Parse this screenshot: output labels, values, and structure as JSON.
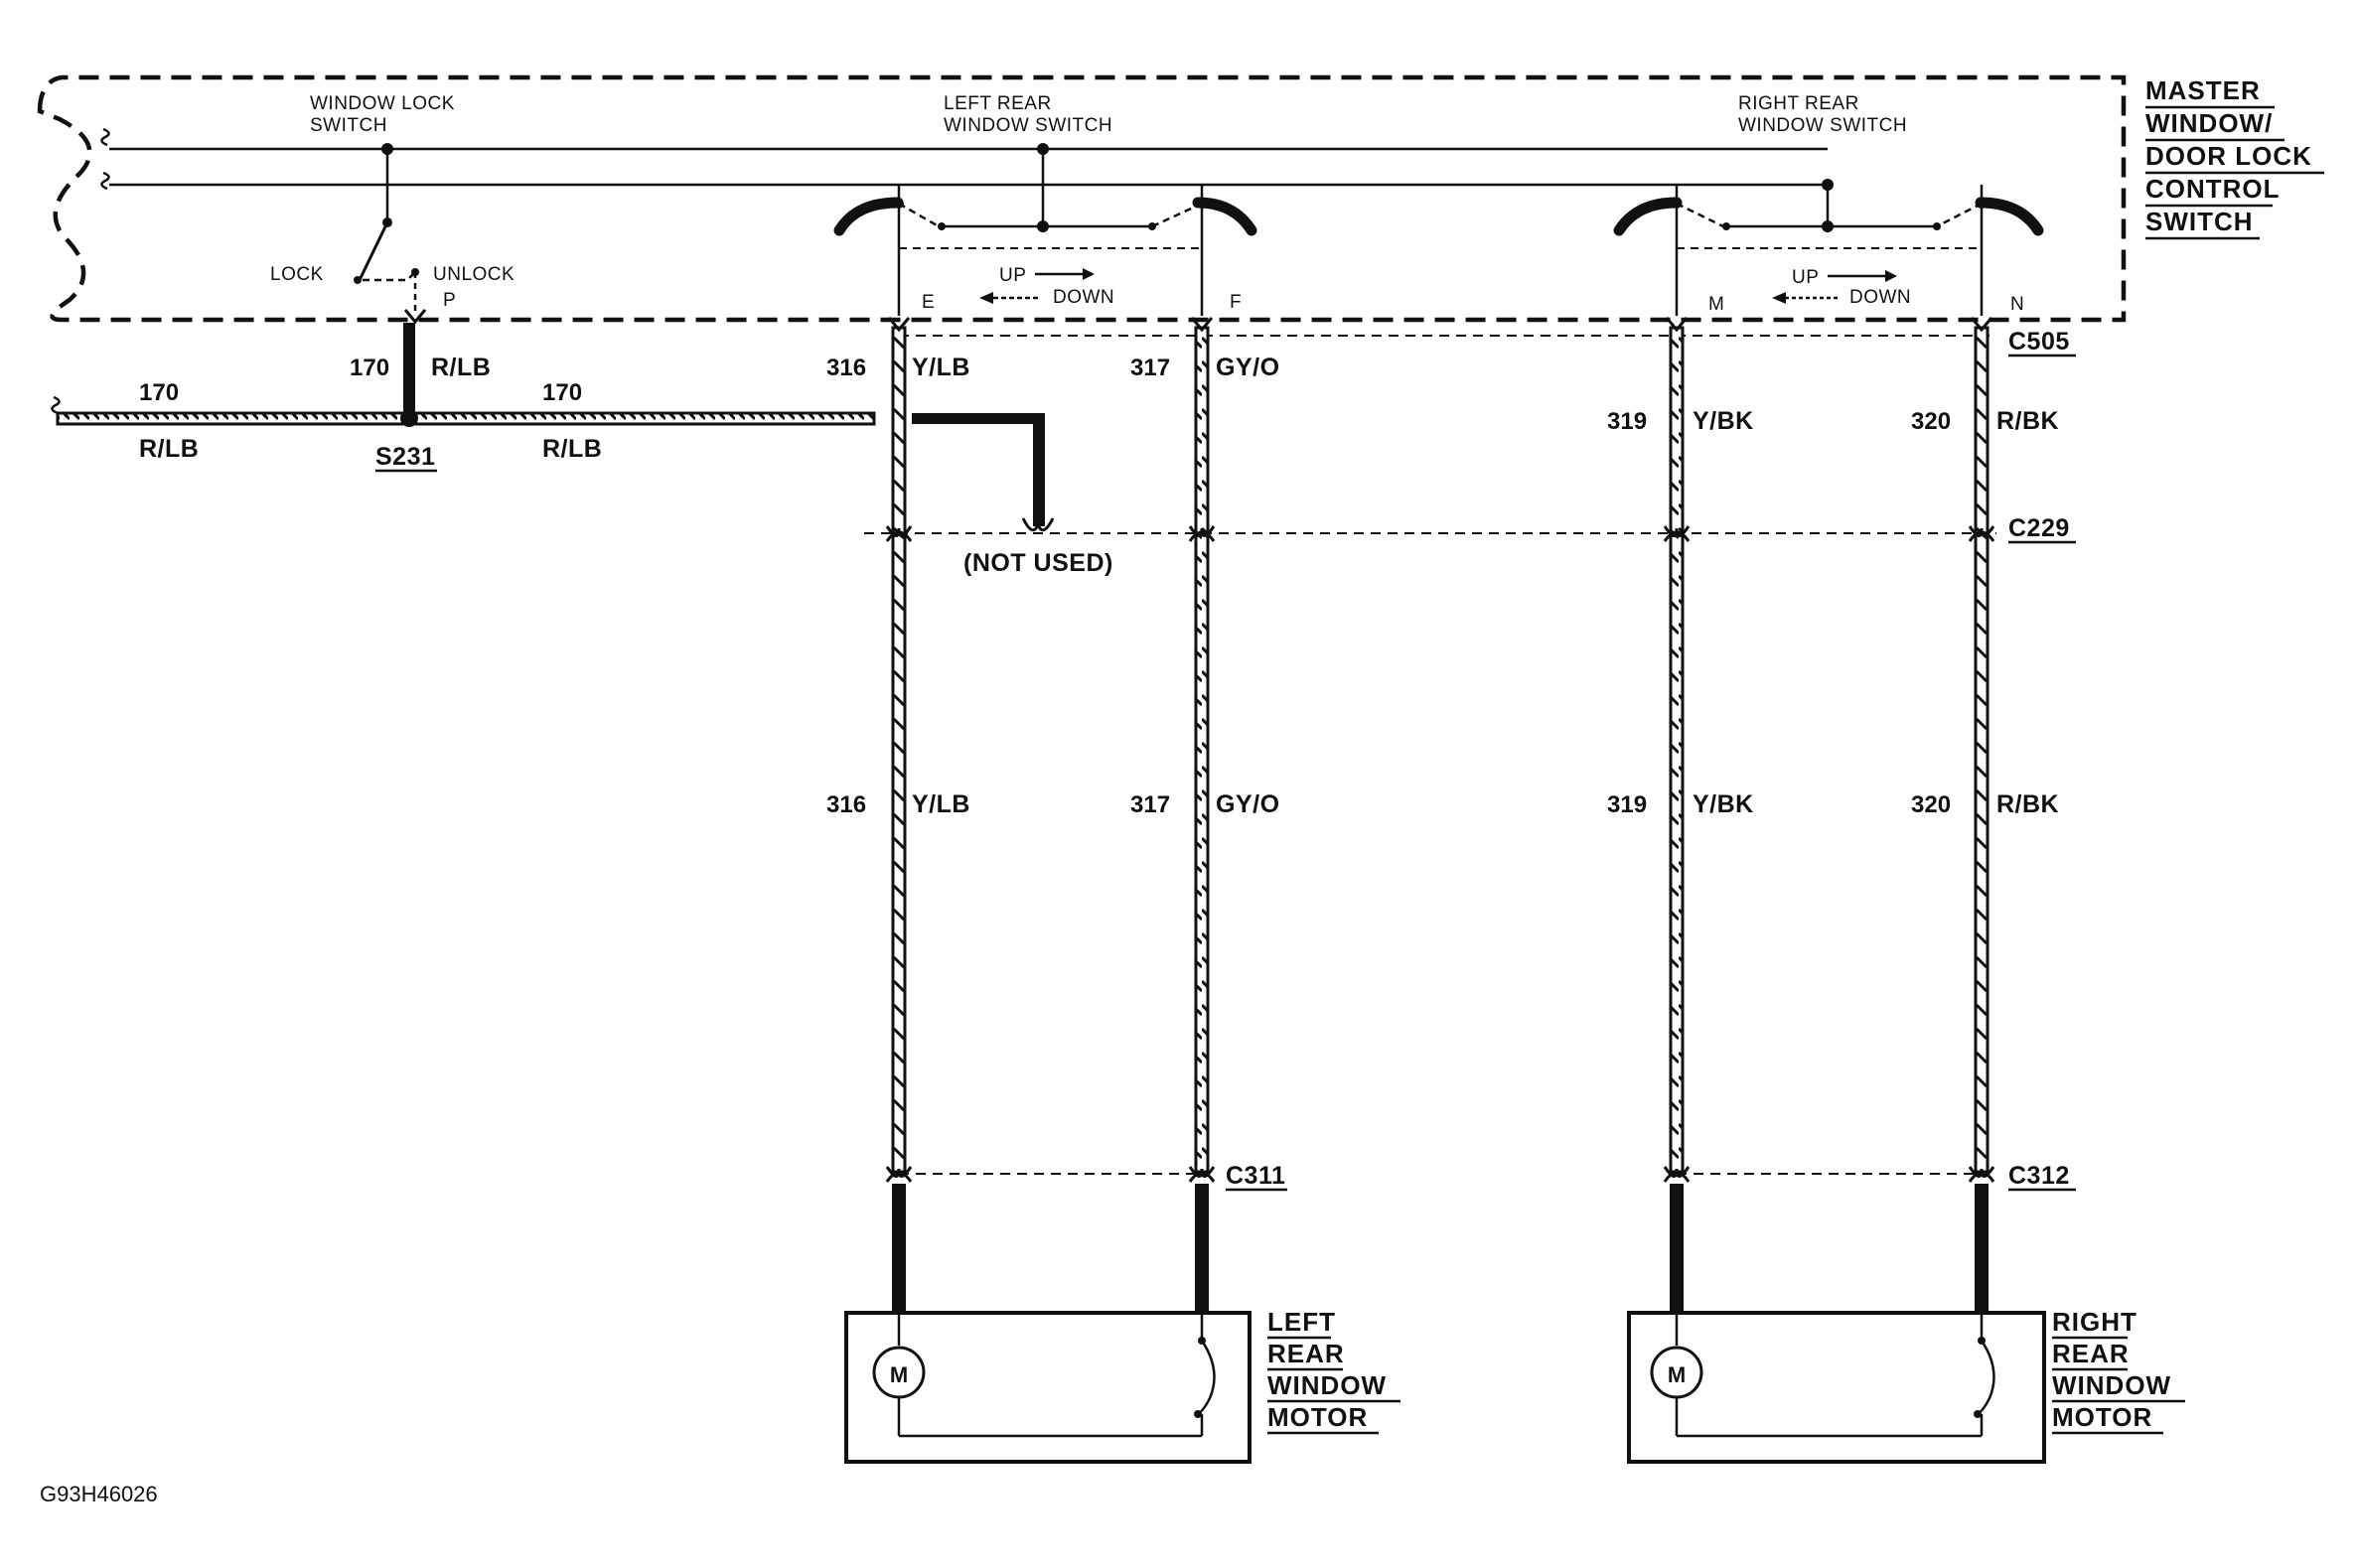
{
  "module": {
    "title_lines": [
      "MASTER",
      "WINDOW/",
      "DOOR LOCK",
      "CONTROL",
      "SWITCH"
    ]
  },
  "switches": {
    "window_lock": {
      "line1": "WINDOW LOCK",
      "line2": "SWITCH",
      "lock_label": "LOCK",
      "unlock_label": "UNLOCK",
      "pin": "P"
    },
    "left_rear": {
      "line1": "LEFT REAR",
      "line2": "WINDOW SWITCH",
      "up": "UP",
      "down": "DOWN",
      "pin_a": "E",
      "pin_b": "F"
    },
    "right_rear": {
      "line1": "RIGHT REAR",
      "line2": "WINDOW SWITCH",
      "up": "UP",
      "down": "DOWN",
      "pin_a": "M",
      "pin_b": "N"
    }
  },
  "circuits": {
    "c170_left": {
      "number": "170",
      "color": "R/LB"
    },
    "c170_up": {
      "number": "170",
      "color": "R/LB"
    },
    "c170_right": {
      "number": "170",
      "color": "R/LB"
    },
    "c316": {
      "number": "316",
      "color": "Y/LB"
    },
    "c317": {
      "number": "317",
      "color": "GY/O"
    },
    "c319": {
      "number": "319",
      "color": "Y/BK"
    },
    "c320": {
      "number": "320",
      "color": "R/BK"
    }
  },
  "splice": "S231",
  "connectors": {
    "c505": "C505",
    "c229": "C229",
    "c311": "C311",
    "c312": "C312"
  },
  "not_used": "(NOT USED)",
  "motors": {
    "left": {
      "lines": [
        "LEFT",
        "REAR",
        "WINDOW",
        "MOTOR"
      ],
      "symbol": "M"
    },
    "right": {
      "lines": [
        "RIGHT",
        "REAR",
        "WINDOW",
        "MOTOR"
      ],
      "symbol": "M"
    }
  },
  "figure_code": "G93H46026"
}
